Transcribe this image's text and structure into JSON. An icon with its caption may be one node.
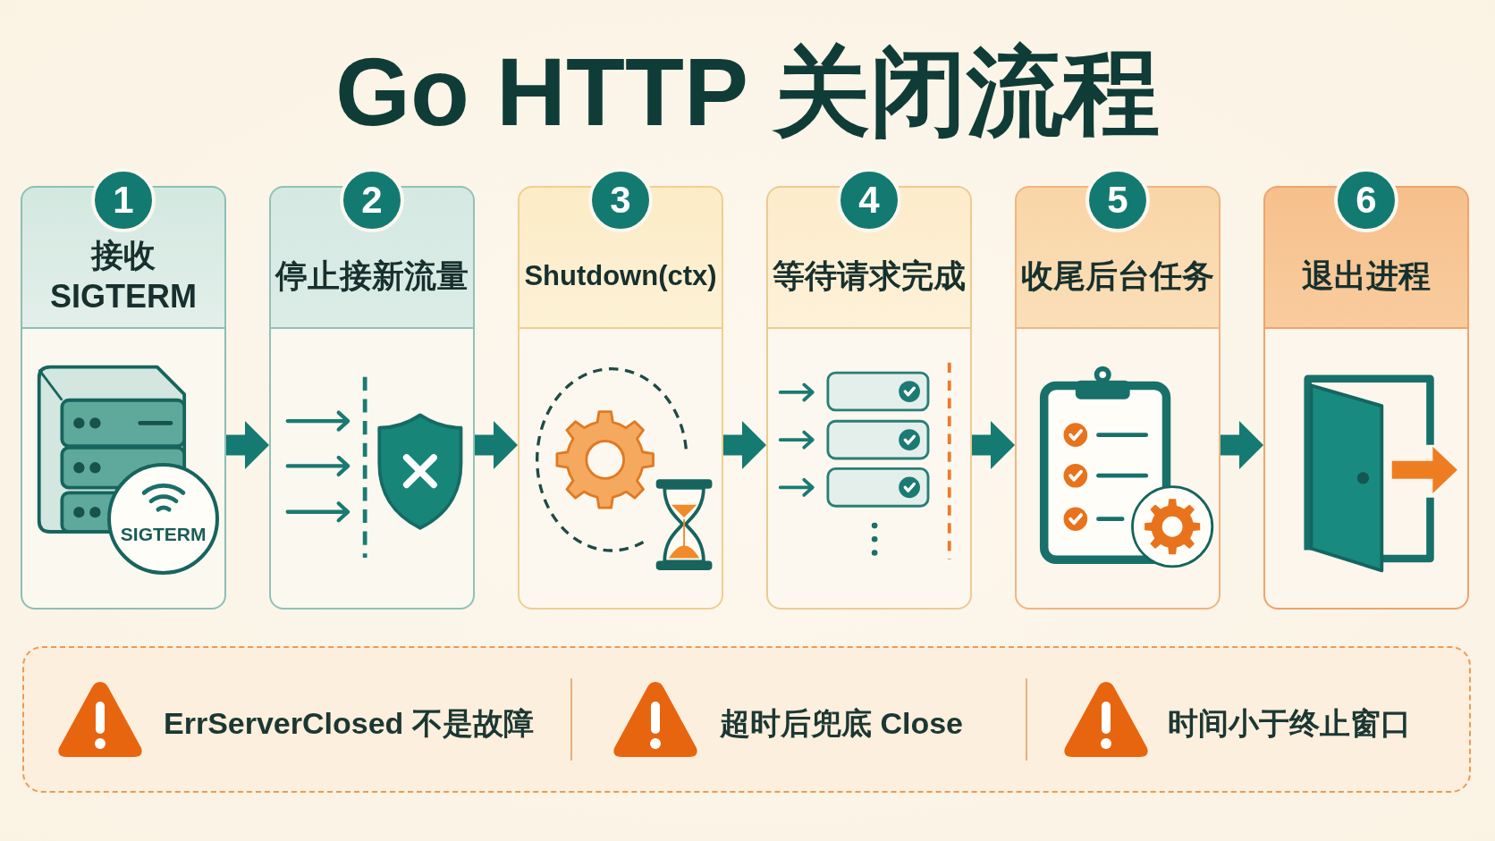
{
  "diagram": {
    "title": "Go HTTP 关闭流程",
    "nodes": [
      {
        "text": [
          "1",
          "接收 SIGTERM"
        ]
      },
      {
        "text": [
          "SIGTERM"
        ],
        "in": 0
      },
      {
        "text": [
          "2",
          "停止接新流量"
        ]
      },
      {
        "text": [
          "3",
          "Shutdown(ctx)"
        ]
      },
      {
        "text": [
          "4",
          "等待请求完成"
        ]
      },
      {
        "text": [
          "5",
          "收尾后台任务"
        ]
      },
      {
        "text": [
          "6",
          "退出进程"
        ]
      },
      {
        "text": [
          "ErrServerClosed 不是故障",
          "超时后兜底 Close",
          "时间小于终止窗口"
        ]
      }
    ],
    "edges": [
      {
        "from": 0,
        "to": 2,
        "arrow": "to"
      },
      {
        "from": 2,
        "to": 3,
        "arrow": "to"
      },
      {
        "from": 3,
        "to": 4,
        "arrow": "to"
      },
      {
        "from": 4,
        "to": 5,
        "arrow": "to"
      },
      {
        "from": 5,
        "to": 6,
        "arrow": "to"
      }
    ]
  }
}
